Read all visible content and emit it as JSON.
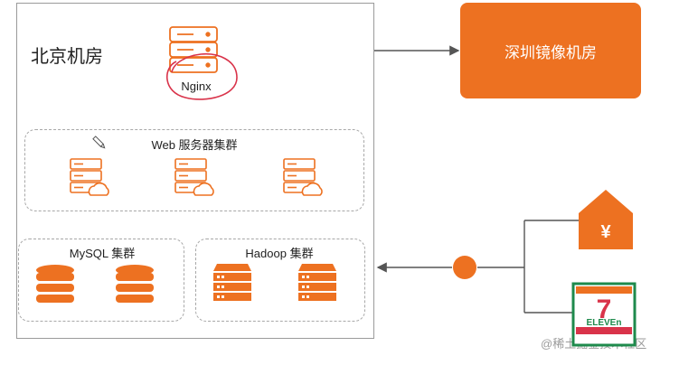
{
  "diagram": {
    "beijing_room": {
      "title": "北京机房"
    },
    "nginx": {
      "label": "Nginx"
    },
    "web_cluster": {
      "title": "Web 服务器集群",
      "server_count": 3
    },
    "mysql_cluster": {
      "title": "MySQL 集群",
      "db_count": 2
    },
    "hadoop_cluster": {
      "title": "Hadoop 集群",
      "node_count": 2
    },
    "shenzhen_room": {
      "title": "深圳镜像机房"
    },
    "clients": {
      "currency_badge": "¥",
      "store_logo_text": "ELEVEn"
    },
    "watermark": "@稀土掘金技术社区",
    "colors": {
      "accent": "#ed7121",
      "red_annotation": "#d9334a",
      "green_logo": "#1e8a4c",
      "line": "#555555"
    }
  }
}
